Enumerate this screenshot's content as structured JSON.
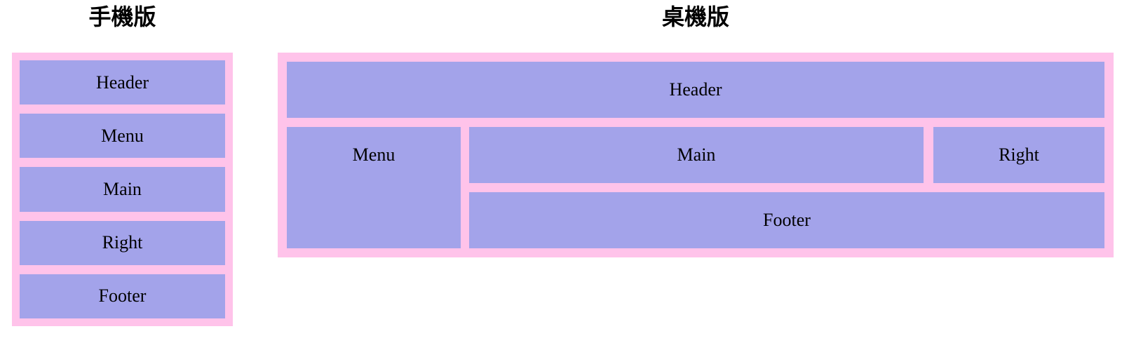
{
  "colors": {
    "frame_bg": "#ffc3ea",
    "box_bg": "#a3a3ea",
    "label_text": "#000000",
    "title_text": "#000000",
    "page_bg": "#ffffff"
  },
  "mobile": {
    "title": "手機版",
    "boxes": [
      {
        "label": "Header"
      },
      {
        "label": "Menu"
      },
      {
        "label": "Main"
      },
      {
        "label": "Right"
      },
      {
        "label": "Footer"
      }
    ]
  },
  "desktop": {
    "title": "桌機版",
    "boxes": {
      "header": {
        "label": "Header"
      },
      "menu": {
        "label": "Menu"
      },
      "main": {
        "label": "Main"
      },
      "right": {
        "label": "Right"
      },
      "footer": {
        "label": "Footer"
      }
    }
  }
}
